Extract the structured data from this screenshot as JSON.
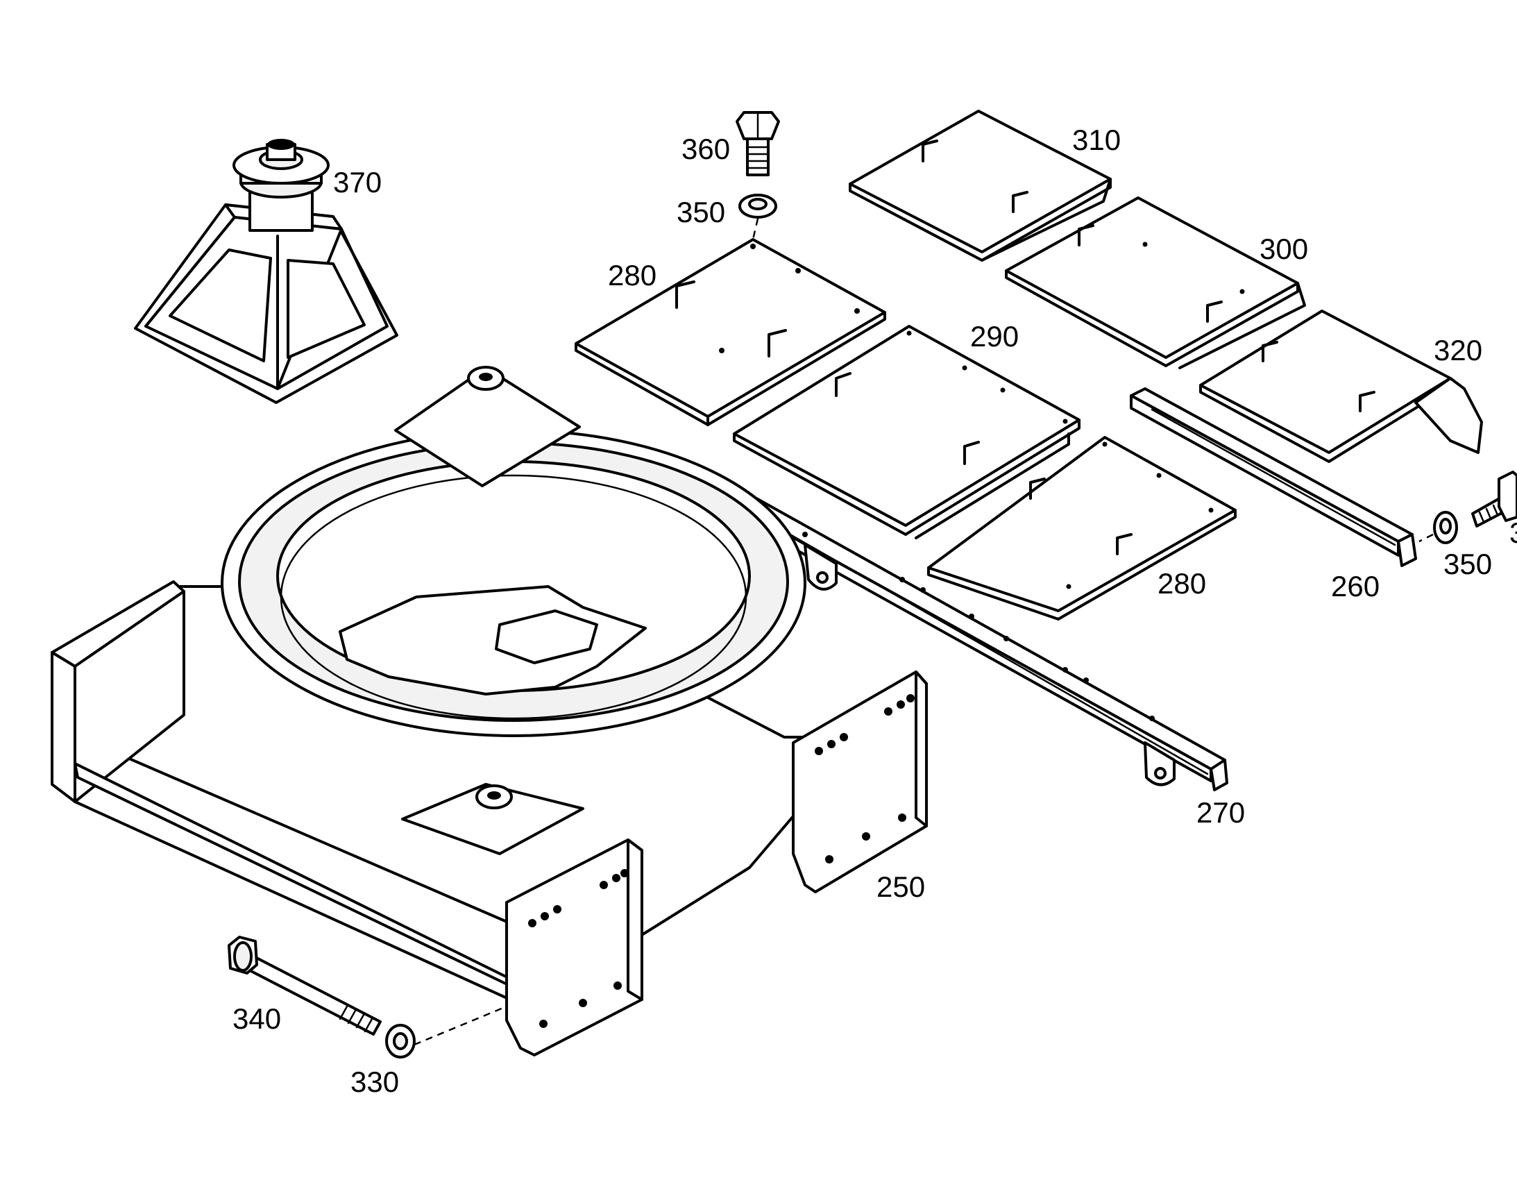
{
  "callouts": {
    "c370": "370",
    "c360": "360",
    "c350_top": "350",
    "c280_top": "280",
    "c310": "310",
    "c300": "300",
    "c290": "290",
    "c320": "320",
    "c260": "260",
    "c350_right": "350",
    "c3_right": "3",
    "c280_bottom": "280",
    "c270": "270",
    "c250": "250",
    "c340": "340",
    "c330": "330"
  }
}
